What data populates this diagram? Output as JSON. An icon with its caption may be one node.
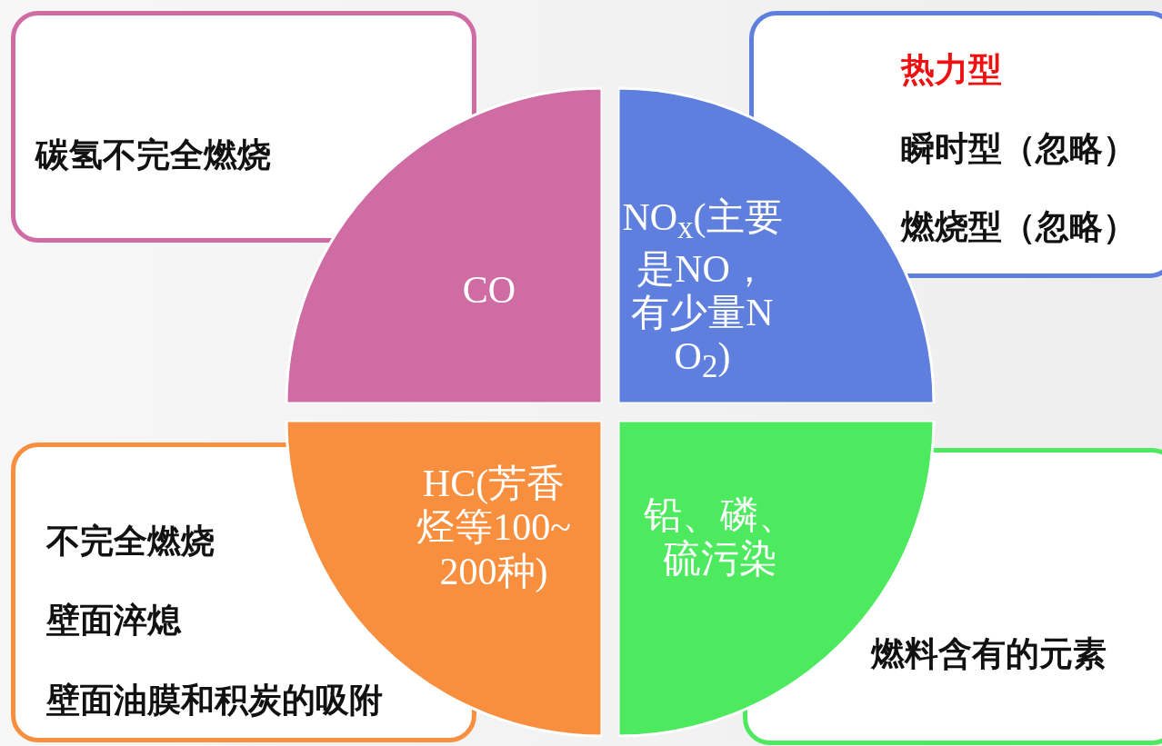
{
  "diagram": {
    "nodes": [
      {
        "text": [
          "碳氢不完全燃烧"
        ]
      },
      {
        "text": [
          "热力型",
          "瞬时型（忽略）",
          "燃烧型（忽略）"
        ]
      },
      {
        "text": [
          "CO"
        ]
      },
      {
        "text": [
          "NO$_{x}$(主要是NO，有少量NO$_{2}$)"
        ]
      },
      {
        "text": [
          "HC(芳香烃等100~200种)"
        ]
      },
      {
        "text": [
          "铅、磷、硫污染"
        ]
      },
      {
        "text": [
          "不完全燃烧",
          "壁面淬熄",
          "壁面油膜和积炭的吸附"
        ]
      },
      {
        "text": [
          "燃料含有的元素"
        ]
      }
    ]
  }
}
